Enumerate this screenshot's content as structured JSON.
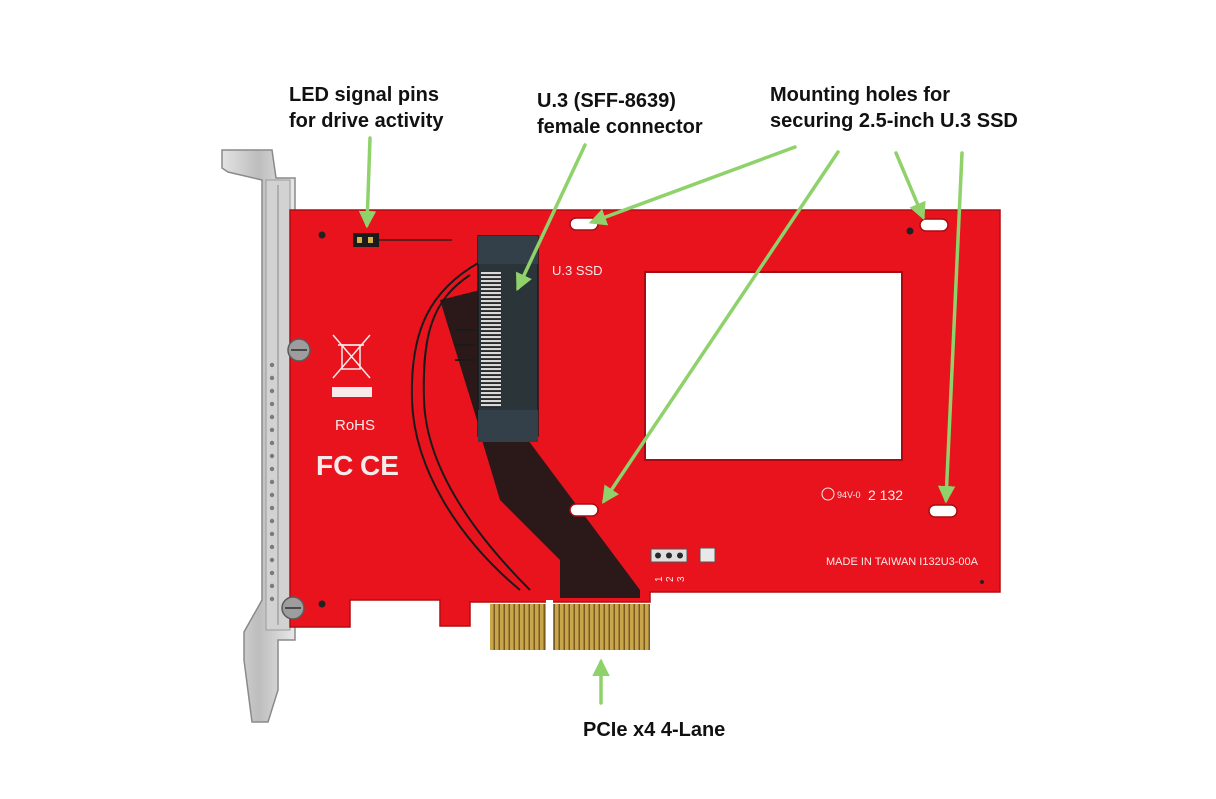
{
  "callouts": {
    "led_pins": {
      "line1": "LED signal pins",
      "line2": "for drive activity"
    },
    "connector": {
      "line1": "U.3 (SFF-8639)",
      "line2": "female connector"
    },
    "mounting": {
      "line1": "Mounting holes for",
      "line2": "securing 2.5-inch U.3 SSD"
    },
    "pcie": {
      "line1": "PCIe x4 4-Lane"
    }
  },
  "board": {
    "ssd_label": "U.3 SSD",
    "rohs_label": "RoHS",
    "fcc_mark": "FC",
    "ce_mark": "CE",
    "made_in": "MADE IN TAIWAN I132U3-00A",
    "ul_code": "94V-0",
    "date_code": "2 132",
    "pin_numbers": [
      "1",
      "2",
      "3"
    ]
  },
  "colors": {
    "pcb_red": "#e8131c",
    "trace_black": "#1a1a1a",
    "gold_finger": "#c9a64a",
    "bracket_metal": "#c9c9c9",
    "arrow_green": "#8fd16a"
  }
}
